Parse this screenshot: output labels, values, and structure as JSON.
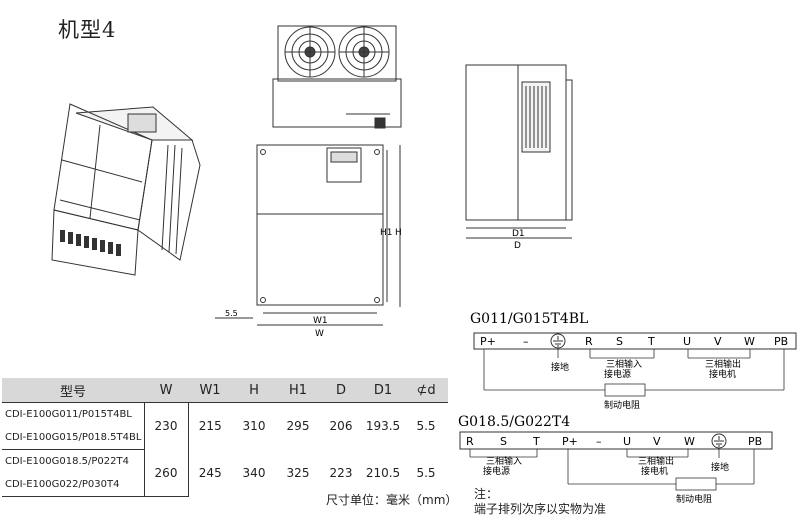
{
  "page_title": "机型4",
  "dims": {
    "h1": "H1",
    "h": "H",
    "w1": "W1",
    "w": "W",
    "gap": "5.5",
    "d1": "D1",
    "d": "D"
  },
  "table": {
    "headers": [
      "型号",
      "W",
      "W1",
      "H",
      "H1",
      "D",
      "D1",
      "⊄d"
    ],
    "groups": [
      {
        "models": [
          "CDI-E100G011/P015T4BL",
          "CDI-E100G015/P018.5T4BL"
        ],
        "values": [
          "230",
          "215",
          "310",
          "295",
          "206",
          "193.5",
          "5.5"
        ]
      },
      {
        "models": [
          "CDI-E100G018.5/P022T4",
          "CDI-E100G022/P030T4"
        ],
        "values": [
          "260",
          "245",
          "340",
          "325",
          "223",
          "210.5",
          "5.5"
        ]
      }
    ]
  },
  "unit_label": "尺寸单位：毫米（mm）",
  "note": {
    "label": "注：",
    "text": "端子排列次序以实物为准"
  },
  "terminal_block_1": {
    "title": "G011/G015T4BL",
    "terminals": [
      "P+",
      "–",
      "",
      "R",
      "S",
      "T",
      "U",
      "V",
      "W",
      "PB"
    ],
    "label_ground": "接地",
    "label_input_1": "三相输入",
    "label_input_2": "接电源",
    "label_output_1": "三相输出",
    "label_output_2": "接电机",
    "label_brake": "制动电阻"
  },
  "terminal_block_2": {
    "title": "G018.5/G022T4",
    "terminals": [
      "R",
      "S",
      "T",
      "P+",
      "–",
      "U",
      "V",
      "W",
      "",
      "PB"
    ],
    "label_input_1": "三相输入",
    "label_input_2": "接电源",
    "label_output_1": "三相输出",
    "label_output_2": "接电机",
    "label_ground": "接地",
    "label_brake": "制动电阻"
  },
  "icons": {
    "ground": "ground-icon",
    "fan": "fan-icon"
  }
}
